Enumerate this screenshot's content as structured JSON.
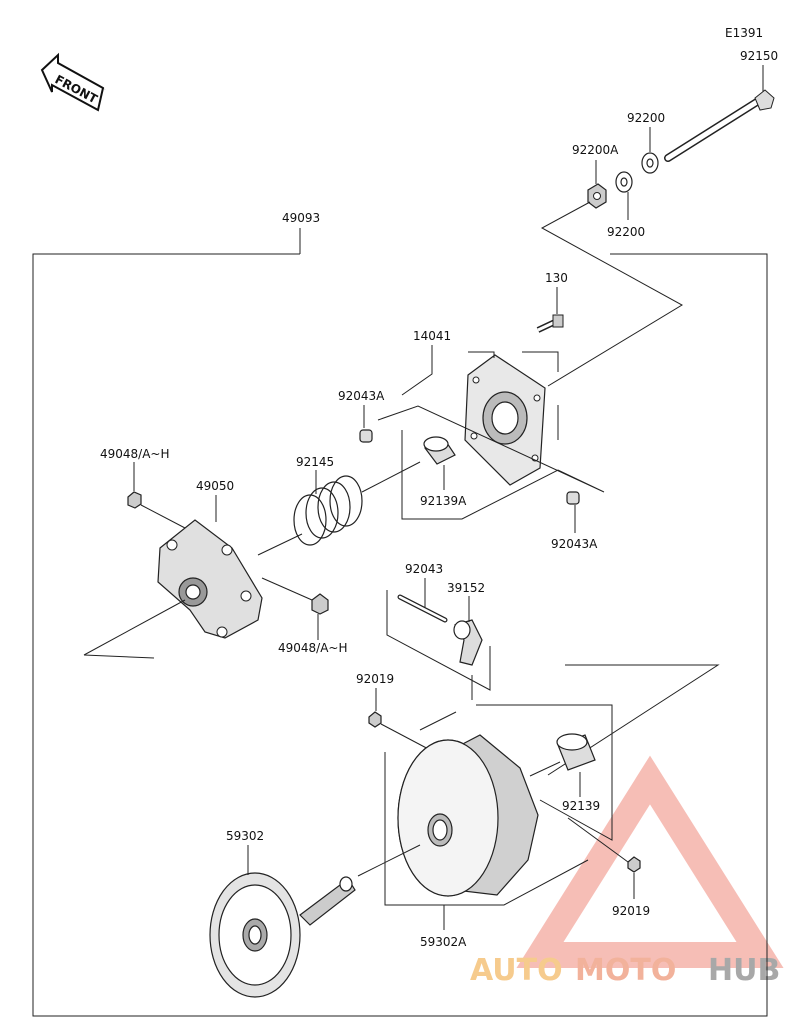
{
  "diagram_code": "E1391",
  "front_label": "FRONT",
  "assembly_label": "49093",
  "parts": {
    "bolt": "92150",
    "washer_top": "92200",
    "washer_bottom": "92200",
    "nut": "92200A",
    "screw": "130",
    "cover": "14041",
    "pin_left": "92043A",
    "pin_right": "92043A",
    "bushing_upper": "92139A",
    "spring": "92145",
    "nut_left": "49048/A~H",
    "nut_right": "49048/A~H",
    "spider": "49050",
    "shaft": "92043",
    "weight": "39152",
    "small_nut_left": "92019",
    "small_nut_right": "92019",
    "bushing_lower": "92139",
    "fixed_sheave": "59302",
    "movable_sheave": "59302A"
  },
  "watermark": {
    "part1": "AUTO",
    "part2": "MOTO",
    "part3": "HUB",
    "color1": "#f5c27a",
    "color2": "#f0a58a",
    "color3": "#9a9a9a"
  }
}
